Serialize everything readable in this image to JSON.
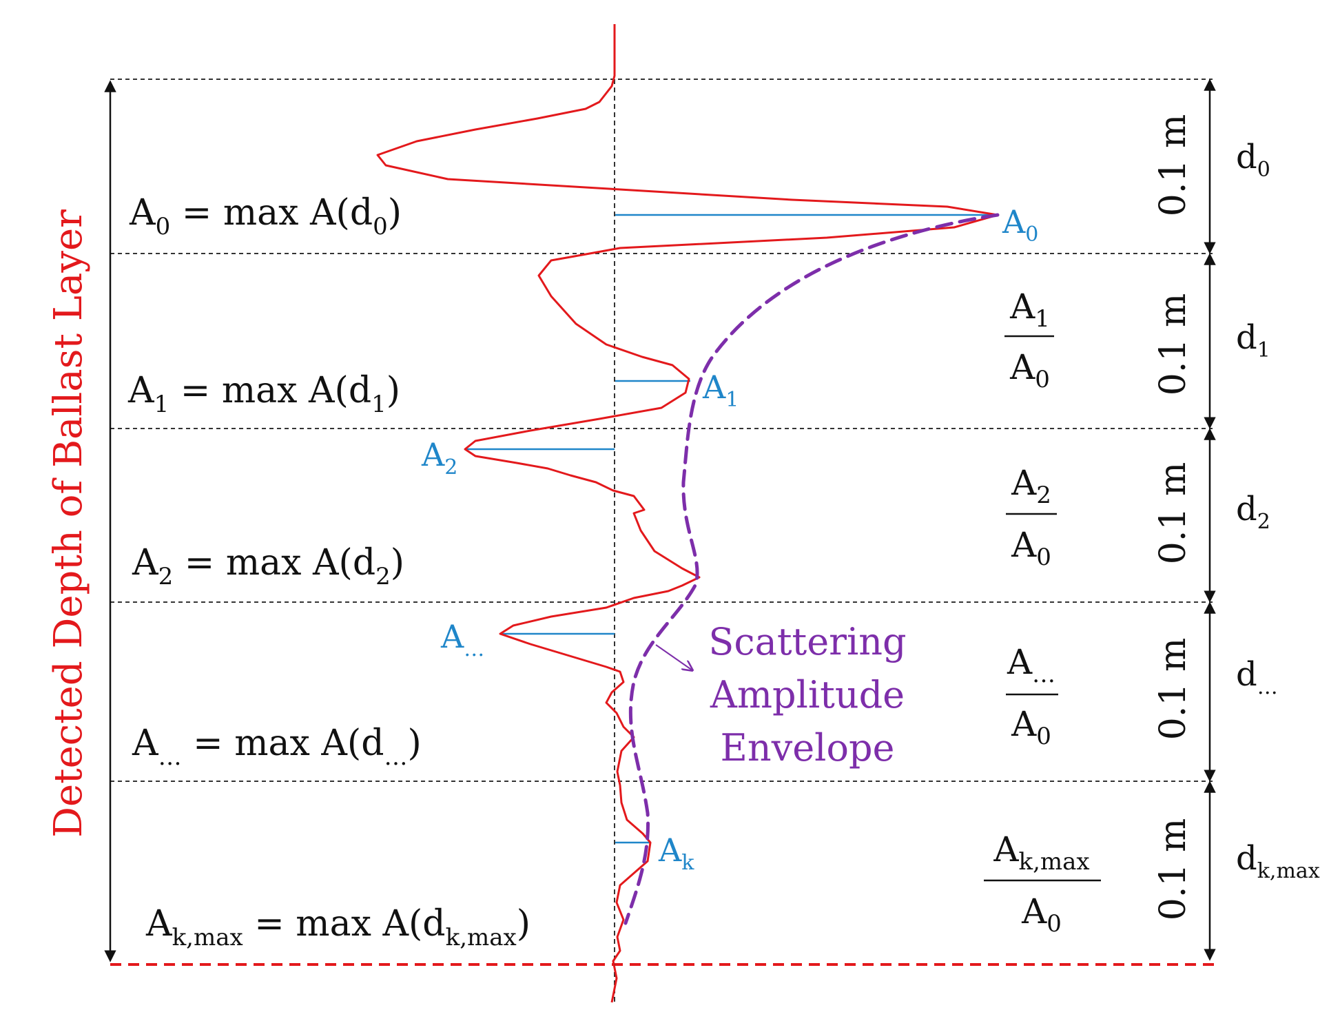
{
  "colors": {
    "signal": "#e3191c",
    "envelope": "#7d2eaa",
    "peak": "#1f86c9",
    "guide": "#333333",
    "text": "#111111",
    "depth_label": "#e3191c"
  },
  "axis_label": "Detected Depth of Ballast Layer",
  "layers": [
    {
      "name": "d",
      "sub": "0",
      "thickness": "0.1 m",
      "ratio_num": "A",
      "ratio_num_sub": "0",
      "ratio_den": "A",
      "ratio_den_sub": "0",
      "equation": {
        "lhs": "A",
        "lhs_sub": "0",
        "mid": " = max A(d",
        "arg_sub": "0",
        "tail": ")"
      },
      "peak_label": {
        "main": "A",
        "sub": "0"
      }
    },
    {
      "name": "d",
      "sub": "1",
      "thickness": "0.1 m",
      "ratio_num": "A",
      "ratio_num_sub": "1",
      "ratio_den": "A",
      "ratio_den_sub": "0",
      "equation": {
        "lhs": "A",
        "lhs_sub": "1",
        "mid": " = max A(d",
        "arg_sub": "1",
        "tail": ")"
      },
      "peak_label": {
        "main": "A",
        "sub": "1"
      }
    },
    {
      "name": "d",
      "sub": "2",
      "thickness": "0.1 m",
      "ratio_num": "A",
      "ratio_num_sub": "2",
      "ratio_den": "A",
      "ratio_den_sub": "0",
      "equation": {
        "lhs": "A",
        "lhs_sub": "2",
        "mid": " = max A(d",
        "arg_sub": "2",
        "tail": ")"
      },
      "peak_label": {
        "main": "A",
        "sub": "2"
      }
    },
    {
      "name": "d",
      "sub": "…",
      "thickness": "0.1 m",
      "ratio_num": "A",
      "ratio_num_sub": "…",
      "ratio_den": "A",
      "ratio_den_sub": "0",
      "equation": {
        "lhs": "A",
        "lhs_sub": "…",
        "mid": " = max A(d",
        "arg_sub": "…",
        "tail": ")"
      },
      "peak_label": {
        "main": "A",
        "sub": "…"
      }
    },
    {
      "name": "d",
      "sub": "k,max",
      "thickness": "0.1 m",
      "ratio_num": "A",
      "ratio_num_sub": "k,max",
      "ratio_den": "A",
      "ratio_den_sub": "0",
      "equation": {
        "lhs": "A",
        "lhs_sub": "k,max",
        "mid": " = max A(d",
        "arg_sub": "k,max",
        "tail": ")"
      },
      "peak_label": {
        "main": "A",
        "sub": "k"
      }
    }
  ],
  "envelope_label": [
    "Scattering",
    "Amplitude",
    "Envelope"
  ]
}
